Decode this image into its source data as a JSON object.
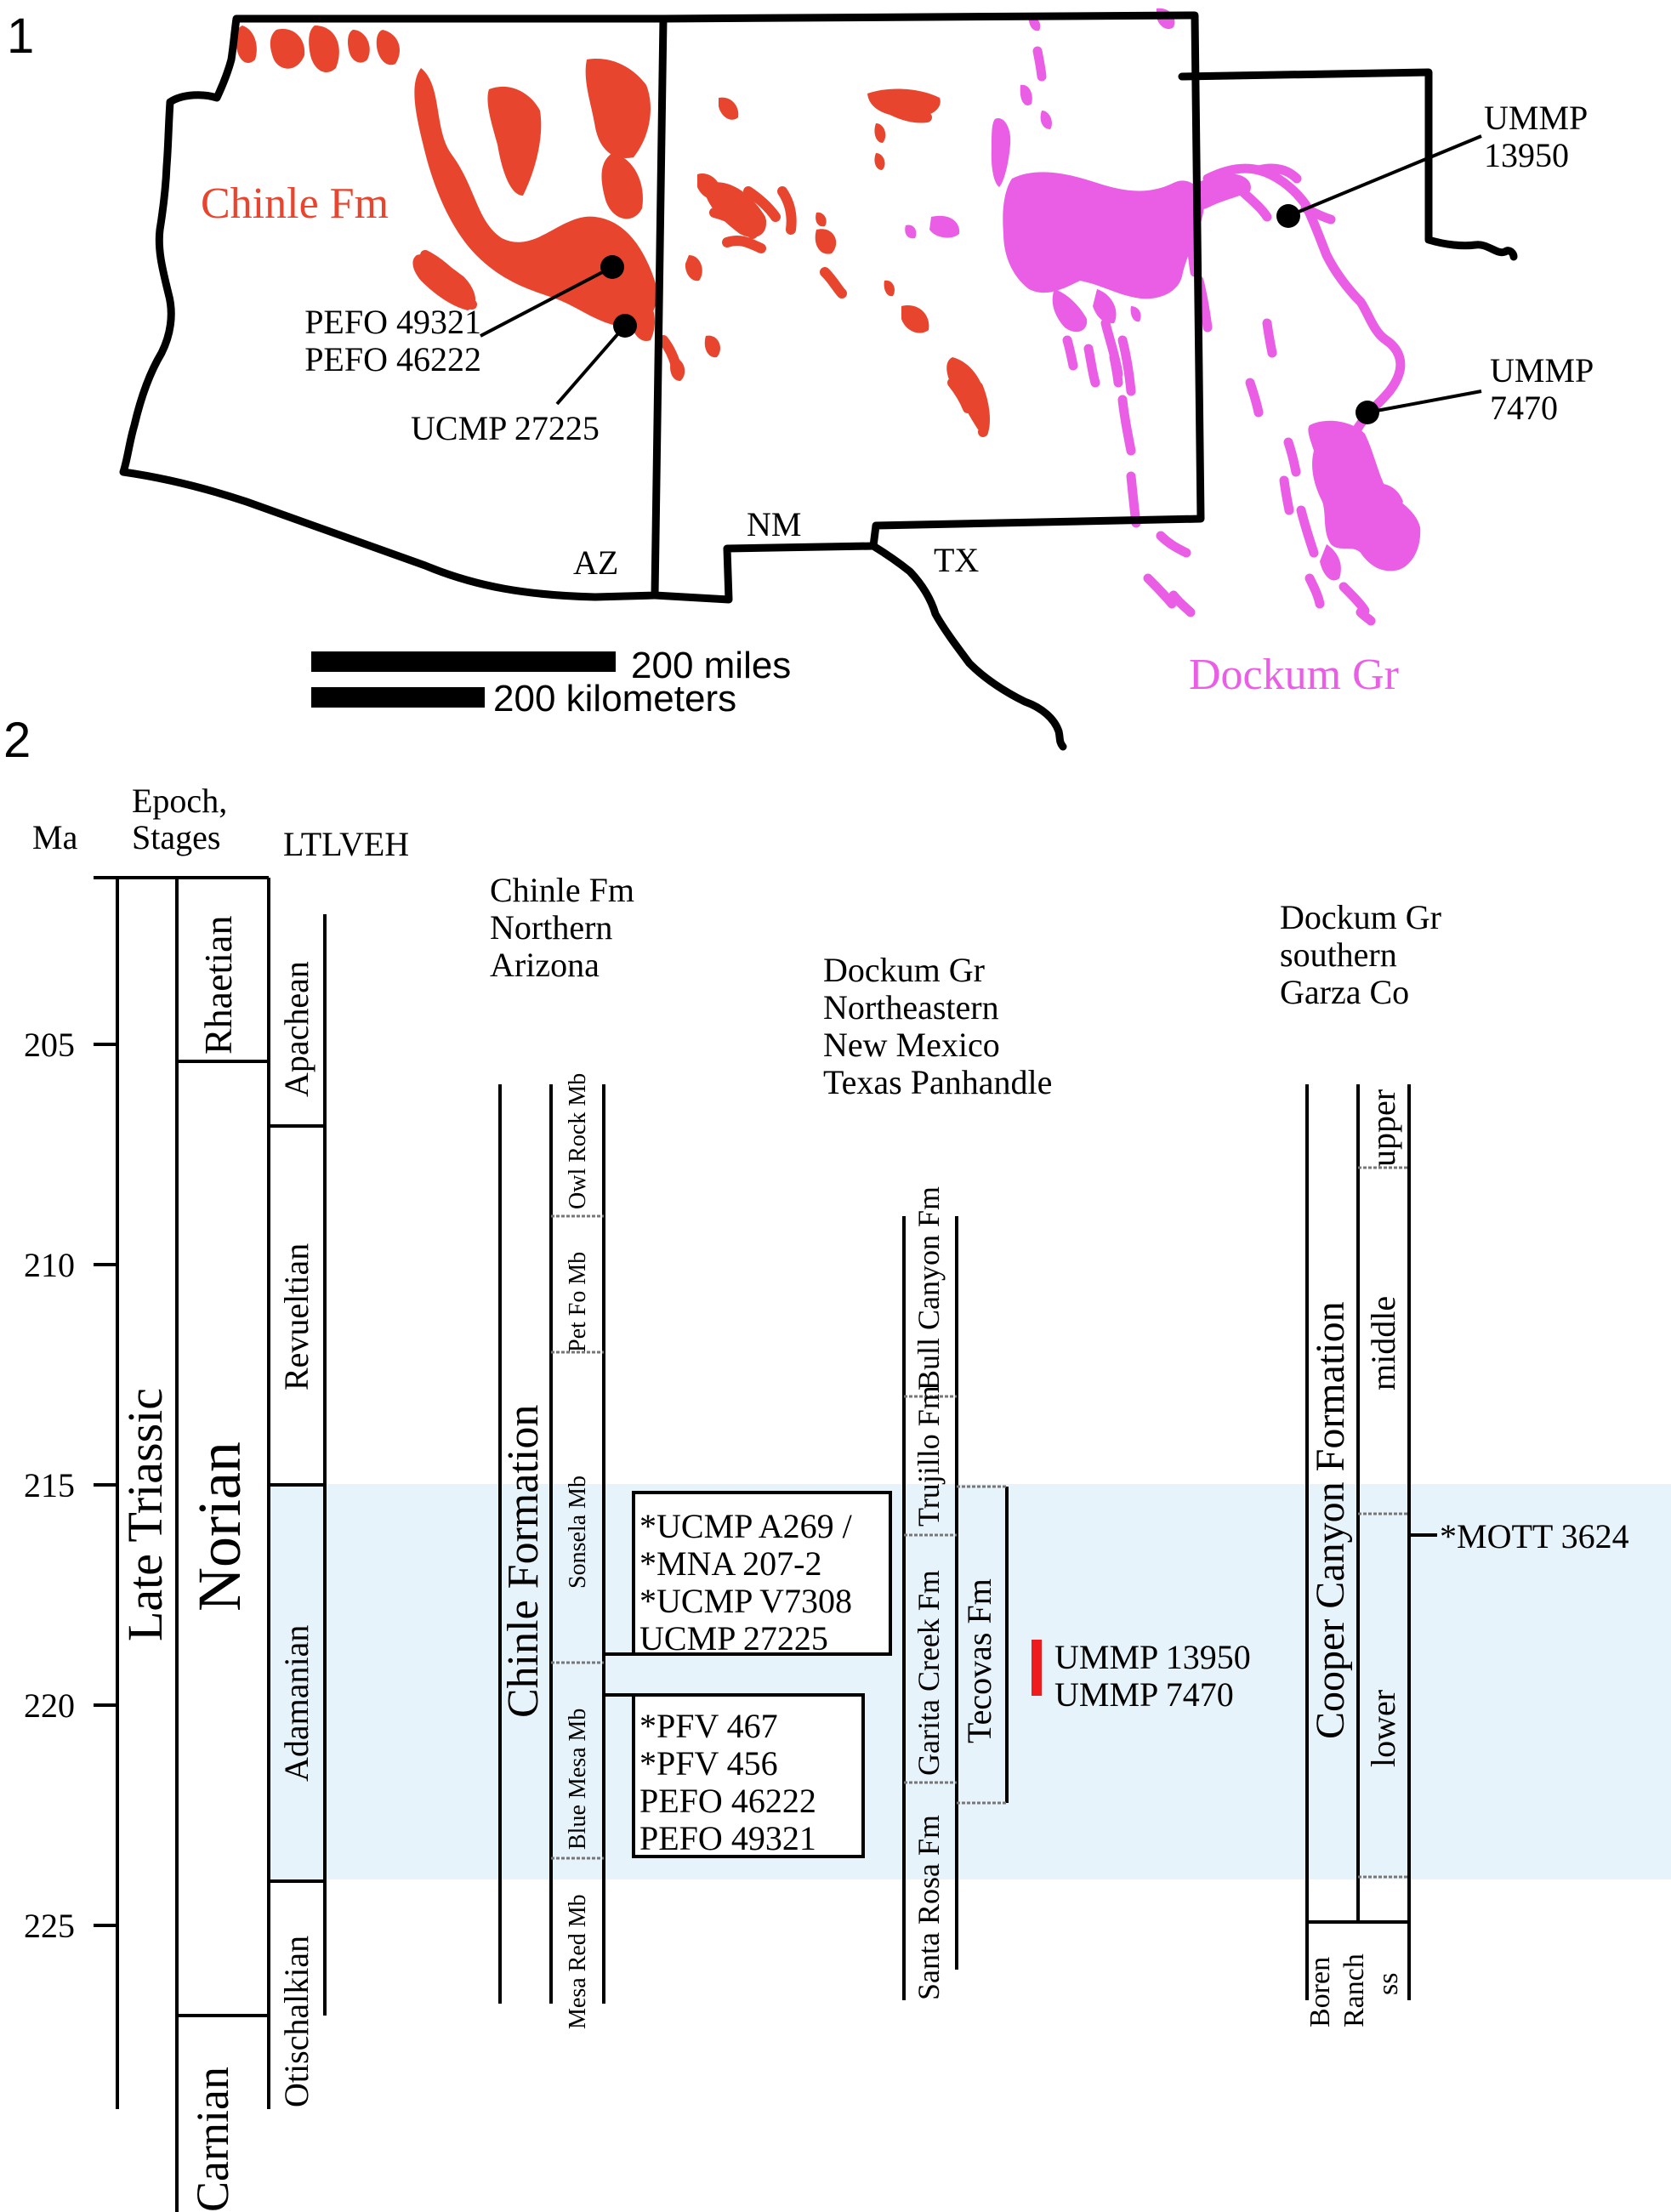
{
  "panel_labels": [
    "1",
    "2"
  ],
  "map": {
    "colors": {
      "chinle": "#e8452f",
      "dockum": "#ea5ee6",
      "border": "#000000"
    },
    "formation_labels": {
      "chinle": "Chinle Fm",
      "dockum": "Dockum Gr"
    },
    "states": [
      "AZ",
      "NM",
      "TX"
    ],
    "localities": {
      "pefo": [
        "PEFO 49321",
        "PEFO 46222"
      ],
      "ucmp": "UCMP 27225",
      "ummp_13950": [
        "UMMP",
        "13950"
      ],
      "ummp_7470": [
        "UMMP",
        "7470"
      ]
    },
    "scale": {
      "miles": "200 miles",
      "km": "200 kilometers"
    }
  },
  "strat": {
    "headers": {
      "ma": "Ma",
      "epoch": [
        "Epoch,",
        "Stages"
      ],
      "ltlveh": "LTLVEH",
      "chinle": [
        "Chinle Fm",
        "Northern",
        "Arizona"
      ],
      "dockum_nm": [
        "Dockum Gr",
        "Northeastern",
        "New Mexico",
        "Texas Panhandle"
      ],
      "dockum_garza": [
        "Dockum Gr",
        "southern",
        "Garza Co"
      ]
    },
    "ma_ticks": [
      "205",
      "210",
      "215",
      "220",
      "225"
    ],
    "epoch": "Late Triassic",
    "stages": [
      "Rhaetian",
      "Norian",
      "Carnian"
    ],
    "lvfs": [
      "Apachean",
      "Revueltian",
      "Adamanian",
      "Otischalkian"
    ],
    "highlight_color": "#e7f3fa",
    "chinle_formation": "Chinle Formation",
    "chinle_members": [
      "Owl Rock Mb",
      "Pet Fo Mb",
      "Sonsela Mb",
      "Blue Mesa Mb",
      "Mesa Red Mb"
    ],
    "sonsela_box": [
      "*UCMP A269 /",
      "*MNA 207-2",
      "*UCMP V7308",
      "UCMP 27225"
    ],
    "bluemesa_box": [
      "*PFV 467",
      "*PFV 456",
      "PEFO 46222",
      "PEFO 49321"
    ],
    "nm_formations": [
      "Bull Canyon Fm",
      "Trujillo Fm",
      "Garita Creek Fm",
      "Santa Rosa Fm",
      "Tecovas Fm"
    ],
    "ummp_range": [
      "UMMP 13950",
      "UMMP 7470"
    ],
    "ummp_bar_color": "#ee1c1c",
    "cooper": "Cooper Canyon Formation",
    "cooper_parts": [
      "upper",
      "middle",
      "lower"
    ],
    "boren": [
      "Boren",
      "Ranch",
      "ss"
    ],
    "mott": "*MOTT 3624"
  }
}
